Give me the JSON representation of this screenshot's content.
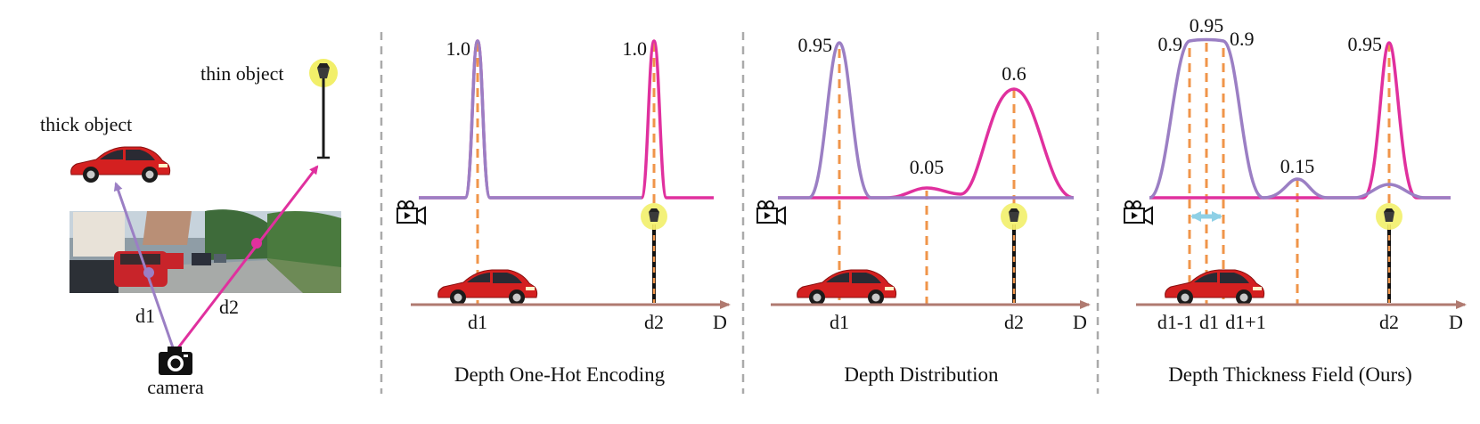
{
  "scene": {
    "thin_object_label": "thin object",
    "thick_object_label": "thick object",
    "d1_label": "d1",
    "d2_label": "d2",
    "camera_label": "camera"
  },
  "panels": [
    {
      "title": "Depth One-Hot Encoding",
      "peak_labels": [
        "1.0",
        "1.0"
      ],
      "axis_labels": [
        "d1",
        "d2",
        "D"
      ]
    },
    {
      "title": "Depth Distribution",
      "peak_labels": [
        "0.95",
        "0.05",
        "0.6"
      ],
      "axis_labels": [
        "d1",
        "d2",
        "D"
      ]
    },
    {
      "title": "Depth Thickness Field (Ours)",
      "peak_labels": [
        "0.9",
        "0.95",
        "0.9",
        "0.15",
        "0.95"
      ],
      "axis_labels": [
        "d1-1",
        "d1",
        "d1+1",
        "d2",
        "D"
      ]
    }
  ],
  "colors": {
    "purple": "#9b7fc4",
    "magenta": "#e0309e",
    "orange_dash": "#f0954a",
    "axis": "#b07a70",
    "lamp_glow": "#f2ef6a",
    "car_red": "#d42020",
    "range_arrow": "#8ed0e6",
    "separator": "#aaaaaa"
  }
}
